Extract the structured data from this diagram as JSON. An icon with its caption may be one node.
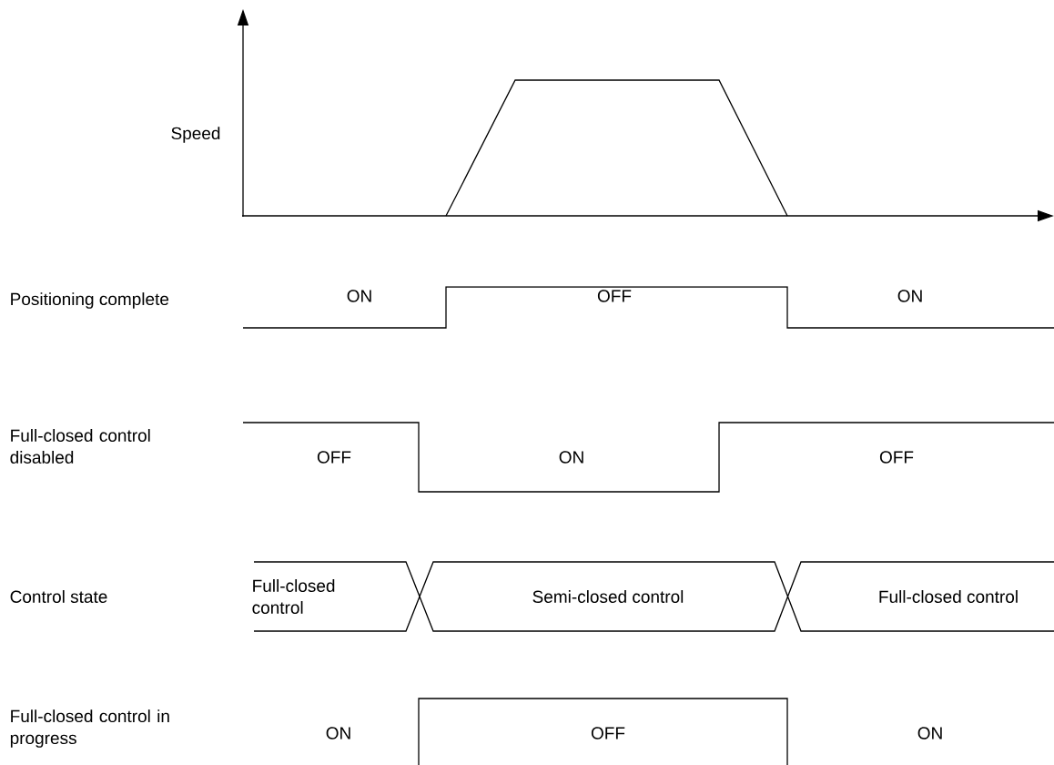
{
  "diagram": {
    "labels": [
      "Speed",
      "Positioning complete",
      "ON",
      "OFF",
      "ON",
      "Full-closed control disabled",
      "OFF",
      "ON",
      "OFF",
      "Control state",
      "Full-closed control",
      "Semi-closed control",
      "Full-closed control",
      "Full-closed control in progress",
      "ON",
      "OFF",
      "ON"
    ]
  }
}
